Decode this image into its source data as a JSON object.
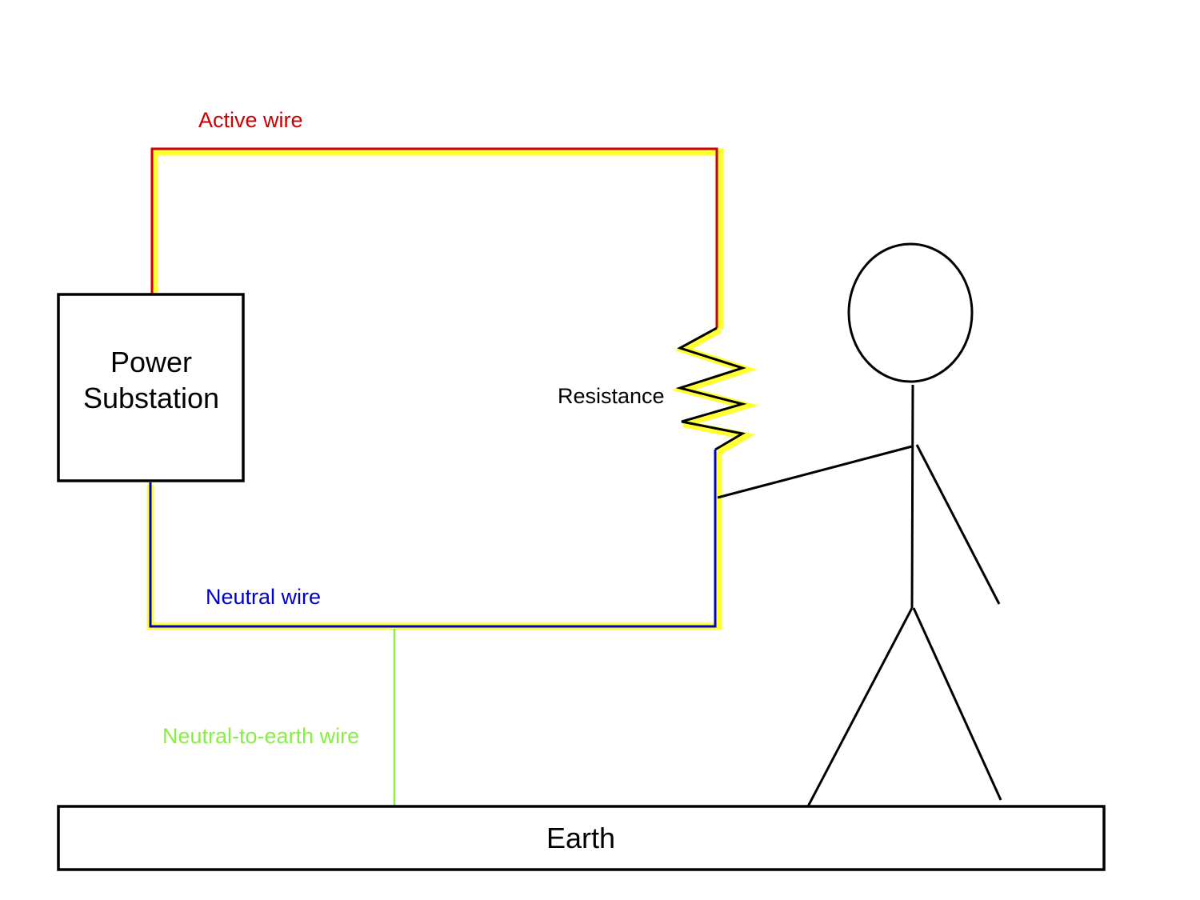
{
  "labels": {
    "active_wire": "Active wire",
    "neutral_wire": "Neutral wire",
    "neutral_to_earth_wire": "Neutral-to-earth wire",
    "resistance": "Resistance",
    "substation_line1": "Power",
    "substation_line2": "Substation",
    "earth": "Earth"
  },
  "colors": {
    "active_wire": "#cc0000",
    "neutral_wire": "#0000cc",
    "neutral_to_earth_wire": "#88ee44",
    "current_highlight": "#ffff33",
    "outline": "#000000"
  }
}
